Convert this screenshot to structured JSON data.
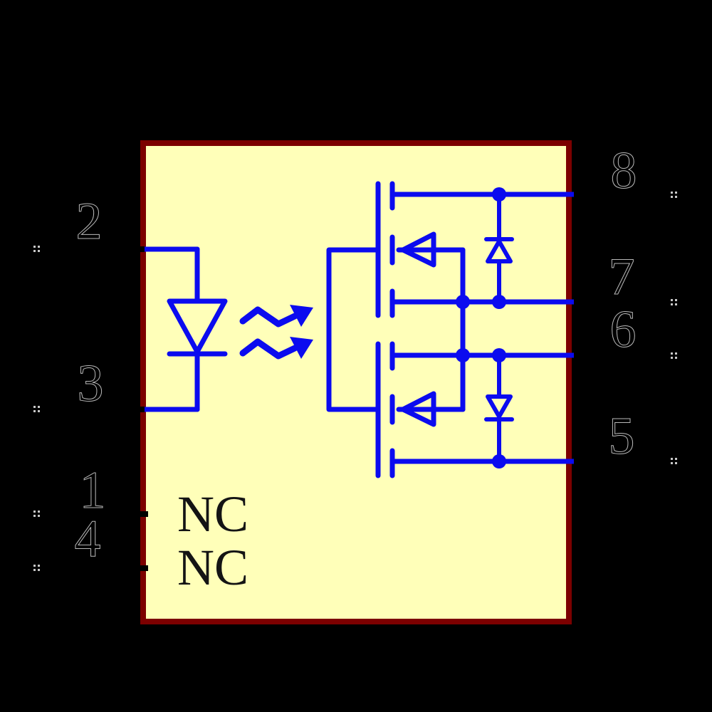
{
  "component": {
    "kind": "photomos-relay-schematic-symbol",
    "labels": {
      "nc": [
        "NC",
        "NC"
      ]
    },
    "pins": {
      "left": [
        {
          "number": "2",
          "connected": true
        },
        {
          "number": "3",
          "connected": true
        },
        {
          "number": "1",
          "connected": false
        },
        {
          "number": "4",
          "connected": false
        }
      ],
      "right": [
        {
          "number": "8",
          "connected": true
        },
        {
          "number": "7",
          "connected": true
        },
        {
          "number": "6",
          "connected": true
        },
        {
          "number": "5",
          "connected": true
        }
      ]
    }
  },
  "colors": {
    "background": "#000000",
    "body_fill": "#FFFFB9",
    "body_border": "#7C0000",
    "wire_blue": "#0B0BEF",
    "pin_end_marker": "#C8C8C8",
    "nc_text": "#141414",
    "pin_number_outline": "#B9B9B9"
  }
}
